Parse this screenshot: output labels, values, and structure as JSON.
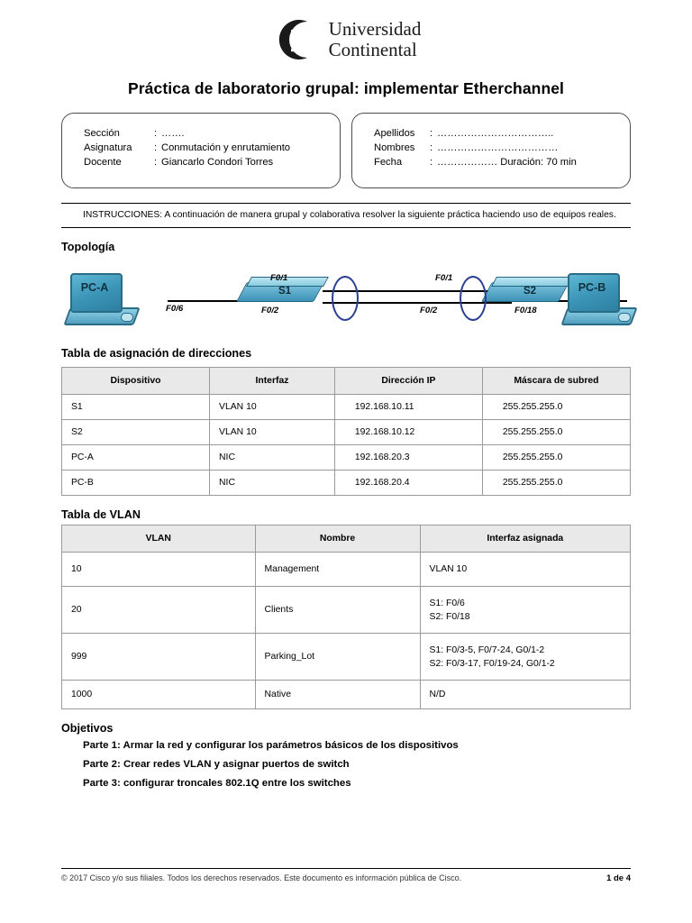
{
  "logo": {
    "line1": "Universidad",
    "line2": "Continental",
    "mark": "uc-logo-icon"
  },
  "title": "Práctica de laboratorio grupal: implementar Etherchannel",
  "info_left": [
    {
      "label": "Sección",
      "sep": ":",
      "value": "……."
    },
    {
      "label": "Asignatura",
      "sep": ":",
      "value": "Conmutación y enrutamiento"
    },
    {
      "label": "Docente",
      "sep": ":",
      "value": "Giancarlo Condori Torres"
    }
  ],
  "info_right": [
    {
      "label": "Apellidos",
      "sep": ":",
      "value": "…………………………….."
    },
    {
      "label": "Nombres",
      "sep": ":",
      "value": "………………………………"
    },
    {
      "label": "Fecha",
      "sep": ":",
      "value": "………………  Duración: 70 min"
    }
  ],
  "instructions": "INSTRUCCIONES: A continuación de manera grupal y colaborativa resolver la siguiente práctica haciendo uso de equipos reales.",
  "sections": {
    "topology": "Topología",
    "address_table": "Tabla de asignación de direcciones",
    "vlan_table": "Tabla de VLAN",
    "objectives": "Objetivos"
  },
  "topology": {
    "pc_a": "PC-A",
    "pc_b": "PC-B",
    "s1": "S1",
    "s2": "S2",
    "labels": {
      "pca_port": "F0/6",
      "s1_f01": "F0/1",
      "s1_f02": "F0/2",
      "s2_f01": "F0/1",
      "s2_f02": "F0/2",
      "pcb_port": "F0/18"
    }
  },
  "address_table": {
    "headers": [
      "Dispositivo",
      "Interfaz",
      "Dirección IP",
      "Máscara de subred"
    ],
    "rows": [
      [
        "S1",
        "VLAN 10",
        "192.168.10.11",
        "255.255.255.0"
      ],
      [
        "S2",
        "VLAN 10",
        "192.168.10.12",
        "255.255.255.0"
      ],
      [
        "PC-A",
        "NIC",
        "192.168.20.3",
        "255.255.255.0"
      ],
      [
        "PC-B",
        "NIC",
        "192.168.20.4",
        "255.255.255.0"
      ]
    ]
  },
  "vlan_table": {
    "headers": [
      "VLAN",
      "Nombre",
      "Interfaz asignada"
    ],
    "rows": [
      {
        "vlan": "10",
        "nombre": "Management",
        "interfaz": [
          "VLAN 10"
        ]
      },
      {
        "vlan": "20",
        "nombre": "Clients",
        "interfaz": [
          "S1: F0/6",
          "S2: F0/18"
        ]
      },
      {
        "vlan": "999",
        "nombre": "Parking_Lot",
        "interfaz": [
          "S1: F0/3-5, F0/7-24, G0/1-2",
          "S2: F0/3-17, F0/19-24, G0/1-2"
        ]
      },
      {
        "vlan": "1000",
        "nombre": "Native",
        "interfaz": [
          "N/D"
        ]
      }
    ]
  },
  "objectives": [
    "Parte 1: Armar la red y configurar los parámetros básicos de los dispositivos",
    "Parte 2: Crear redes VLAN y asignar puertos de switch",
    "Parte 3: configurar troncales 802.1Q entre los switches"
  ],
  "footer": {
    "copyright": "© 2017 Cisco y/o sus filiales. Todos los derechos reservados. Este documento es información pública de Cisco.",
    "page": "1 de 4"
  }
}
